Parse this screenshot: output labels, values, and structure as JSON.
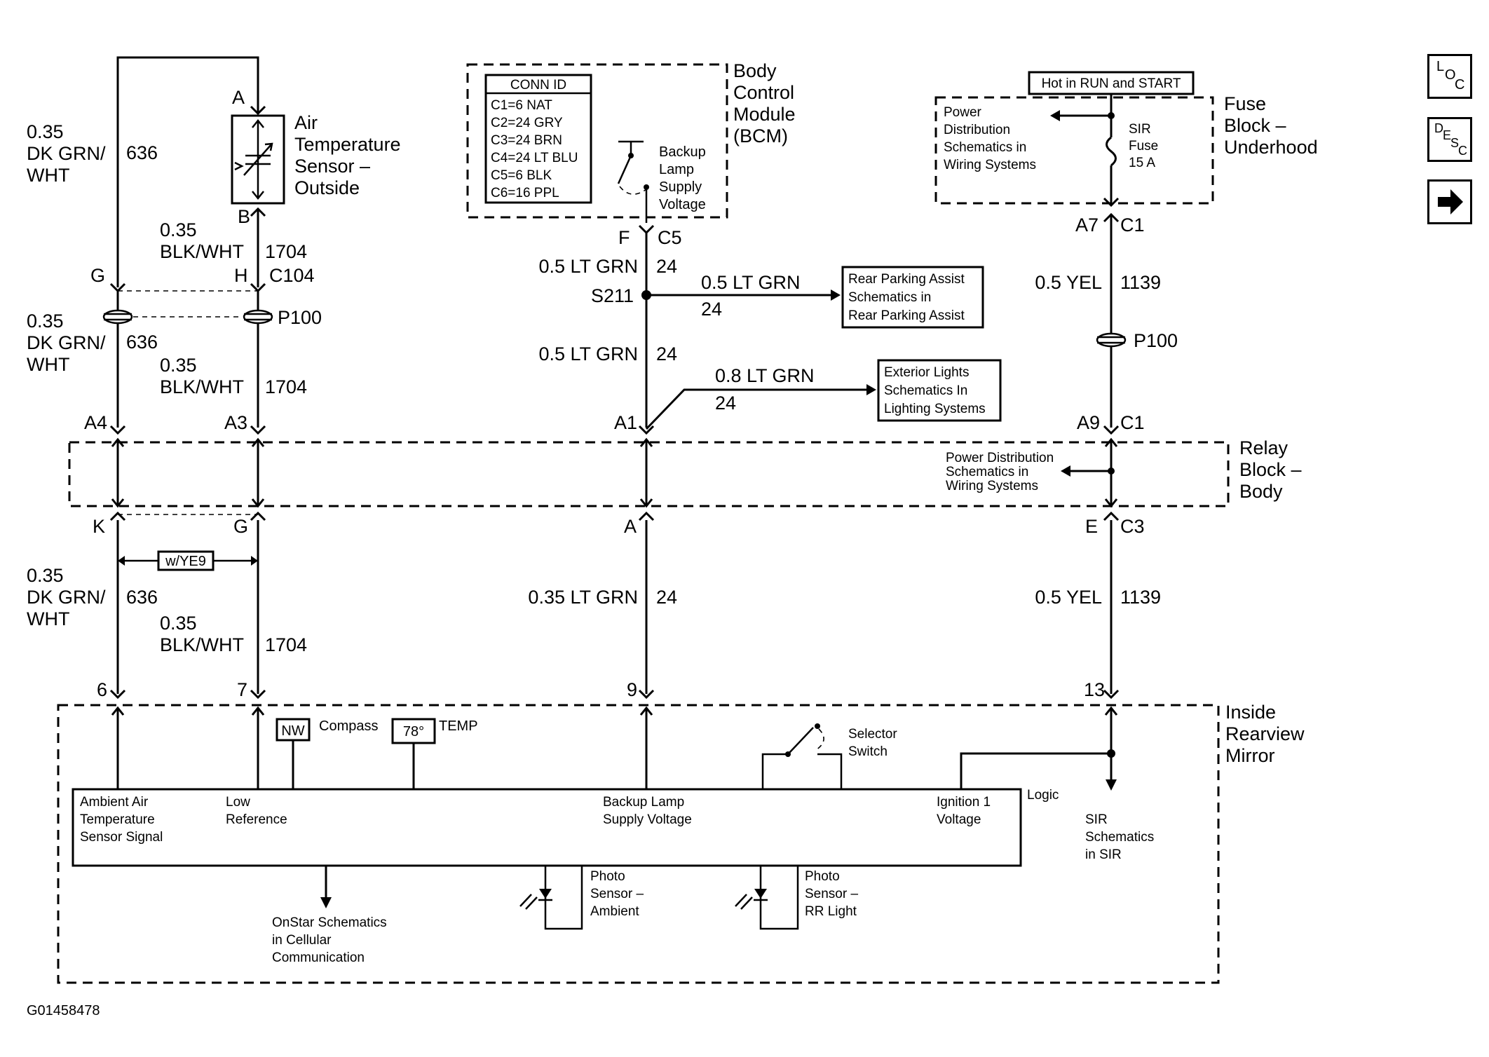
{
  "nav": {
    "loc": {
      "l": "L",
      "o": "O",
      "c": "C"
    },
    "desc": {
      "d": "D",
      "e": "E",
      "s": "S",
      "c": "C"
    }
  },
  "components": {
    "air_temp_sensor": [
      "Air",
      "Temperature",
      "Sensor –",
      "Outside"
    ],
    "bcm": [
      "Body",
      "Control",
      "Module",
      "(BCM)"
    ],
    "fuse_block": [
      "Fuse",
      "Block –",
      "Underhood"
    ],
    "relay_block": [
      "Relay",
      "Block –",
      "Body"
    ],
    "mirror": [
      "Inside",
      "Rearview",
      "Mirror"
    ]
  },
  "conn_id": {
    "title": "CONN ID",
    "rows": [
      "C1=6 NAT",
      "C2=24 GRY",
      "C3=24 BRN",
      "C4=24 LT BLU",
      "C5=6 BLK",
      "C6=16 PPL"
    ]
  },
  "bcm_switch": [
    "Backup",
    "Lamp",
    "Supply",
    "Voltage"
  ],
  "hot_label": "Hot in RUN and START",
  "power_dist_fuse": [
    "Power",
    "Distribution",
    "Schematics in",
    "Wiring Systems"
  ],
  "sir_fuse": [
    "SIR",
    "Fuse",
    "15 A"
  ],
  "power_dist_relay": [
    "Power Distribution",
    "Schematics in",
    "Wiring Systems"
  ],
  "rear_parking": [
    "Rear Parking Assist",
    "Schematics in",
    "Rear Parking Assist"
  ],
  "exterior_lights": [
    "Exterior Lights",
    "Schematics In",
    "Lighting Systems"
  ],
  "pins": {
    "A": "A",
    "B": "B",
    "G": "G",
    "H": "H",
    "C104": "C104",
    "F": "F",
    "C5": "C5",
    "A7": "A7",
    "C1_top": "C1",
    "A4": "A4",
    "A3": "A3",
    "A1": "A1",
    "A9": "A9",
    "C1_mid": "C1",
    "K": "K",
    "G2": "G",
    "A2": "A",
    "E": "E",
    "C3": "C3",
    "p6": "6",
    "p7": "7",
    "p9": "9",
    "p13": "13",
    "S211": "S211",
    "P100_left": "P100",
    "P100_right": "P100"
  },
  "wires": {
    "w636_top": [
      "0.35",
      "DK GRN/",
      "WHT",
      "636"
    ],
    "w1704_top": [
      "0.35",
      "BLK/WHT",
      "1704"
    ],
    "w636_mid": [
      "0.35",
      "DK GRN/",
      "WHT",
      "636"
    ],
    "w1704_mid": [
      "0.35",
      "BLK/WHT",
      "1704"
    ],
    "w636_bot": [
      "0.35",
      "DK GRN/",
      "WHT",
      "636"
    ],
    "w1704_bot": [
      "0.35",
      "BLK/WHT",
      "1704"
    ],
    "c24_a": [
      "0.5 LT GRN",
      "24"
    ],
    "c24_b": [
      "0.5 LT GRN",
      "24"
    ],
    "c24_c": [
      "0.35 LT GRN",
      "24"
    ],
    "rpa_branch": [
      "0.5 LT GRN",
      "24"
    ],
    "ext_branch": [
      "0.8 LT GRN",
      "24"
    ],
    "yel_top": [
      "0.5 YEL",
      "1139"
    ],
    "yel_bot": [
      "0.5 YEL",
      "1139"
    ]
  },
  "option_tag": "w/YE9",
  "mirror_inputs": {
    "ambient": [
      "Ambient Air",
      "Temperature",
      "Sensor Signal"
    ],
    "low_ref": [
      "Low",
      "Reference"
    ],
    "backup": [
      "Backup Lamp",
      "Supply Voltage"
    ],
    "ignition": [
      "Ignition 1",
      "Voltage"
    ],
    "logic": "Logic"
  },
  "compass": {
    "value": "NW",
    "label": "Compass"
  },
  "temp": {
    "value": "78°",
    "label": "TEMP"
  },
  "selector_switch": [
    "Selector",
    "Switch"
  ],
  "photo_ambient": [
    "Photo",
    "Sensor –",
    "Ambient"
  ],
  "photo_rr": [
    "Photo",
    "Sensor –",
    "RR Light"
  ],
  "onstar": [
    "OnStar Schematics",
    "in Cellular",
    "Communication"
  ],
  "sir_ref": [
    "SIR",
    "Schematics",
    "in SIR"
  ],
  "figure_id": "G01458478"
}
